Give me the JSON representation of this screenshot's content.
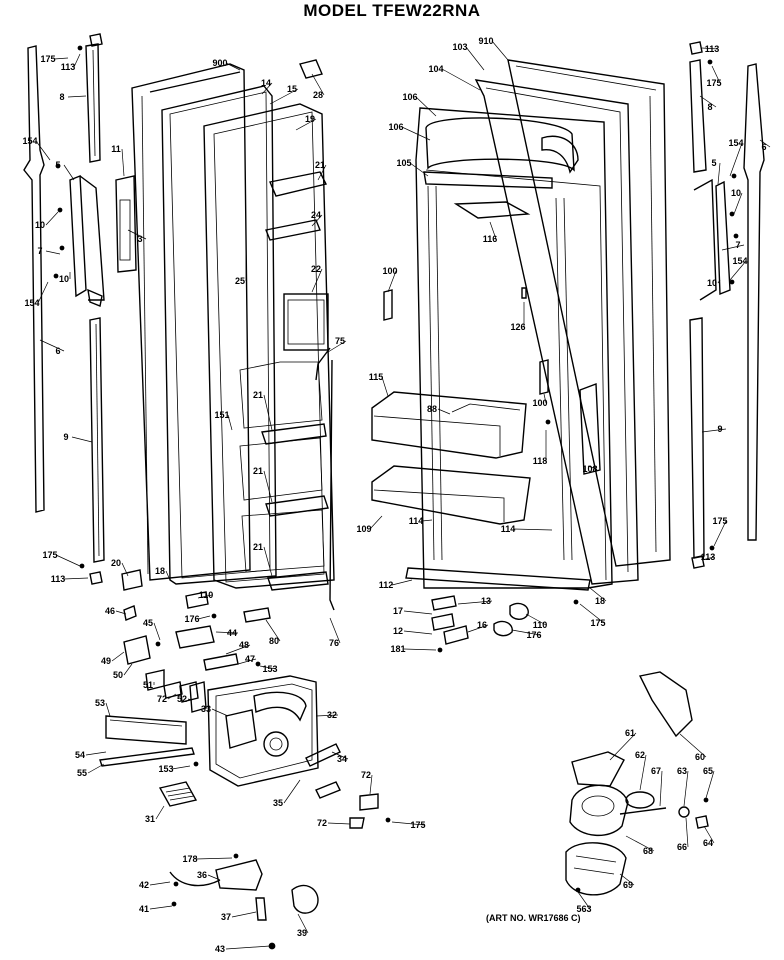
{
  "title": "MODEL TFEW22RNA",
  "art_no": "(ART NO. WR17686 C)",
  "callouts": [
    {
      "id": "c1",
      "label": "175"
    },
    {
      "id": "c2",
      "label": "113"
    },
    {
      "id": "c3",
      "label": "8"
    },
    {
      "id": "c4",
      "label": "154"
    },
    {
      "id": "c5",
      "label": "5"
    },
    {
      "id": "c6",
      "label": "11"
    },
    {
      "id": "c7",
      "label": "10"
    },
    {
      "id": "c8",
      "label": "3"
    },
    {
      "id": "c9",
      "label": "7"
    },
    {
      "id": "c10",
      "label": "10"
    },
    {
      "id": "c11",
      "label": "154"
    },
    {
      "id": "c12",
      "label": "6"
    },
    {
      "id": "c13",
      "label": "9"
    },
    {
      "id": "c14",
      "label": "175"
    },
    {
      "id": "c15",
      "label": "113"
    },
    {
      "id": "c16",
      "label": "900"
    },
    {
      "id": "c17",
      "label": "14"
    },
    {
      "id": "c18",
      "label": "15"
    },
    {
      "id": "c19",
      "label": "28"
    },
    {
      "id": "c20",
      "label": "19"
    },
    {
      "id": "c21",
      "label": "21"
    },
    {
      "id": "c22",
      "label": "24"
    },
    {
      "id": "c23",
      "label": "25"
    },
    {
      "id": "c24",
      "label": "22"
    },
    {
      "id": "c25",
      "label": "75"
    },
    {
      "id": "c26",
      "label": "21"
    },
    {
      "id": "c27",
      "label": "151"
    },
    {
      "id": "c28",
      "label": "21"
    },
    {
      "id": "c29",
      "label": "21"
    },
    {
      "id": "c30",
      "label": "20"
    },
    {
      "id": "c31",
      "label": "18"
    },
    {
      "id": "c32",
      "label": "110"
    },
    {
      "id": "c33",
      "label": "176"
    },
    {
      "id": "c34",
      "label": "46"
    },
    {
      "id": "c35",
      "label": "45"
    },
    {
      "id": "c36",
      "label": "44"
    },
    {
      "id": "c37",
      "label": "80"
    },
    {
      "id": "c38",
      "label": "48"
    },
    {
      "id": "c39",
      "label": "47"
    },
    {
      "id": "c40",
      "label": "153"
    },
    {
      "id": "c41",
      "label": "49"
    },
    {
      "id": "c42",
      "label": "50"
    },
    {
      "id": "c43",
      "label": "51"
    },
    {
      "id": "c44",
      "label": "72"
    },
    {
      "id": "c45",
      "label": "52"
    },
    {
      "id": "c46",
      "label": "76"
    },
    {
      "id": "c47",
      "label": "53"
    },
    {
      "id": "c48",
      "label": "33"
    },
    {
      "id": "c49",
      "label": "32"
    },
    {
      "id": "c50",
      "label": "54"
    },
    {
      "id": "c51",
      "label": "55"
    },
    {
      "id": "c52",
      "label": "153"
    },
    {
      "id": "c53",
      "label": "34"
    },
    {
      "id": "c54",
      "label": "35"
    },
    {
      "id": "c55",
      "label": "31"
    },
    {
      "id": "c56",
      "label": "72"
    },
    {
      "id": "c57",
      "label": "72"
    },
    {
      "id": "c58",
      "label": "175"
    },
    {
      "id": "c59",
      "label": "178"
    },
    {
      "id": "c60",
      "label": "36"
    },
    {
      "id": "c61",
      "label": "42"
    },
    {
      "id": "c62",
      "label": "41"
    },
    {
      "id": "c63",
      "label": "37"
    },
    {
      "id": "c64",
      "label": "39"
    },
    {
      "id": "c65",
      "label": "43"
    },
    {
      "id": "c66",
      "label": "910"
    },
    {
      "id": "c67",
      "label": "103"
    },
    {
      "id": "c68",
      "label": "104"
    },
    {
      "id": "c69",
      "label": "106"
    },
    {
      "id": "c70",
      "label": "106"
    },
    {
      "id": "c71",
      "label": "105"
    },
    {
      "id": "c72",
      "label": "116"
    },
    {
      "id": "c73",
      "label": "100"
    },
    {
      "id": "c74",
      "label": "126"
    },
    {
      "id": "c75",
      "label": "115"
    },
    {
      "id": "c76",
      "label": "88"
    },
    {
      "id": "c77",
      "label": "100"
    },
    {
      "id": "c78",
      "label": "118"
    },
    {
      "id": "c79",
      "label": "108"
    },
    {
      "id": "c80",
      "label": "109"
    },
    {
      "id": "c81",
      "label": "114"
    },
    {
      "id": "c82",
      "label": "114"
    },
    {
      "id": "c83",
      "label": "112"
    },
    {
      "id": "c84",
      "label": "18"
    },
    {
      "id": "c85",
      "label": "17"
    },
    {
      "id": "c86",
      "label": "13"
    },
    {
      "id": "c87",
      "label": "12"
    },
    {
      "id": "c88",
      "label": "16"
    },
    {
      "id": "c89",
      "label": "181"
    },
    {
      "id": "c90",
      "label": "110"
    },
    {
      "id": "c91",
      "label": "176"
    },
    {
      "id": "c92",
      "label": "175"
    },
    {
      "id": "c93",
      "label": "113"
    },
    {
      "id": "c94",
      "label": "175"
    },
    {
      "id": "c95",
      "label": "8"
    },
    {
      "id": "c96",
      "label": "6"
    },
    {
      "id": "c97",
      "label": "154"
    },
    {
      "id": "c98",
      "label": "5"
    },
    {
      "id": "c99",
      "label": "10"
    },
    {
      "id": "c100",
      "label": "7"
    },
    {
      "id": "c101",
      "label": "154"
    },
    {
      "id": "c102",
      "label": "10"
    },
    {
      "id": "c103",
      "label": "9"
    },
    {
      "id": "c104",
      "label": "175"
    },
    {
      "id": "c105",
      "label": "113"
    },
    {
      "id": "c106",
      "label": "60"
    },
    {
      "id": "c107",
      "label": "61"
    },
    {
      "id": "c108",
      "label": "62"
    },
    {
      "id": "c109",
      "label": "67"
    },
    {
      "id": "c110",
      "label": "63"
    },
    {
      "id": "c111",
      "label": "65"
    },
    {
      "id": "c112",
      "label": "68"
    },
    {
      "id": "c113",
      "label": "66"
    },
    {
      "id": "c114",
      "label": "64"
    },
    {
      "id": "c115",
      "label": "69"
    },
    {
      "id": "c116",
      "label": "563"
    }
  ]
}
